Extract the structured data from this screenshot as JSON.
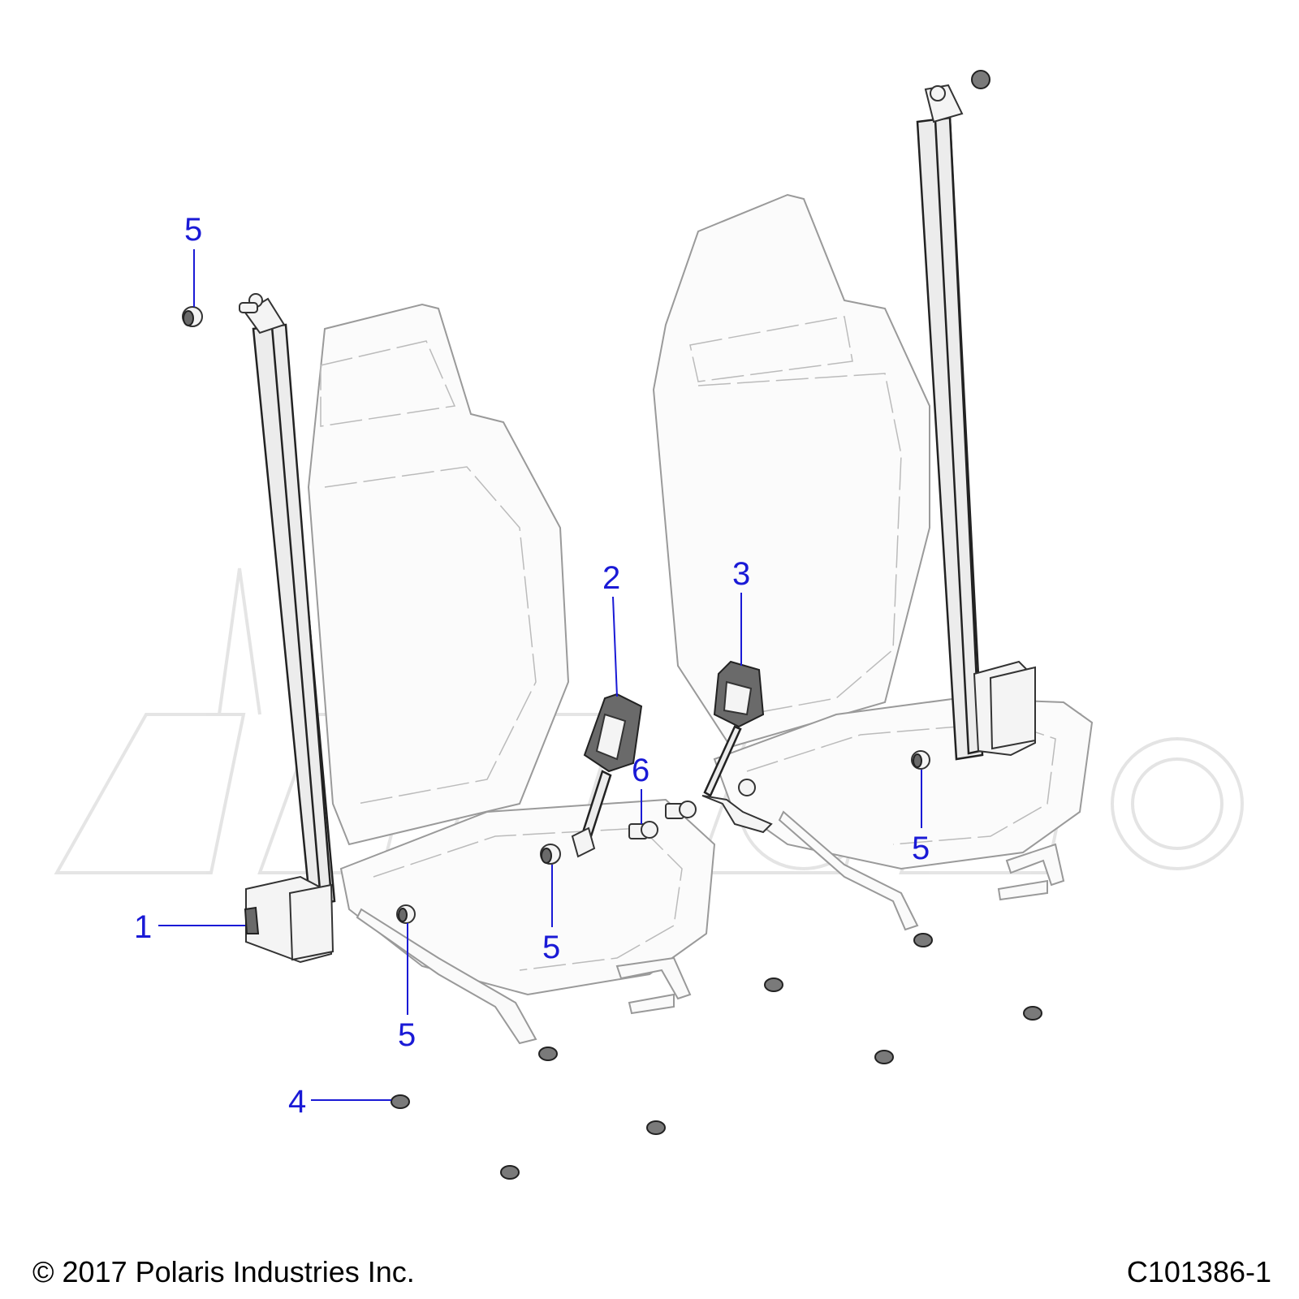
{
  "callouts": {
    "c1": "1",
    "c2": "2",
    "c3": "3",
    "c4": "4",
    "c5a": "5",
    "c5b": "5",
    "c5c": "5",
    "c5d": "5",
    "c6": "6"
  },
  "footer": {
    "copyright": "© 2017 Polaris Industries Inc.",
    "figure_id": "C101386-1"
  },
  "colors": {
    "callout": "#1a1ad6",
    "line": "#333333",
    "watermark": "#cfcfcf"
  }
}
